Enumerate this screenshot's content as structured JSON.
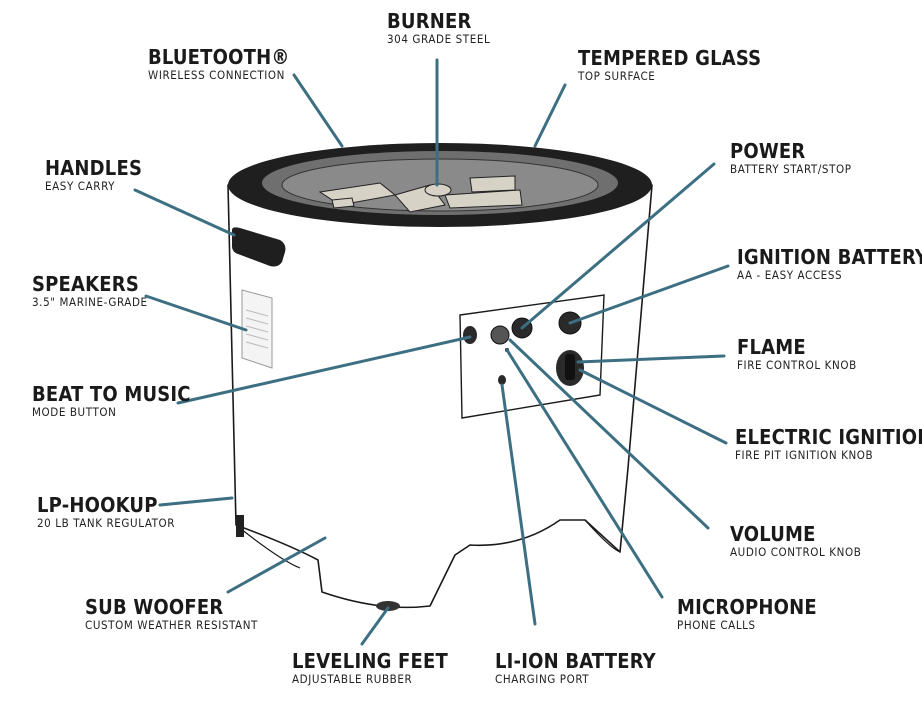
{
  "colors": {
    "leader": "#3d6f82",
    "outline": "#1a1a1a",
    "rim": "#1f1f1f",
    "glass": "#6f6f6f",
    "body": "#ffffff"
  },
  "labels": {
    "burner": {
      "title": "BURNER",
      "sub": "304 GRADE STEEL"
    },
    "bluetooth": {
      "title": "BLUETOOTH®",
      "sub": "WIRELESS CONNECTION"
    },
    "tempered_glass": {
      "title": "TEMPERED GLASS",
      "sub": "TOP SURFACE"
    },
    "handles": {
      "title": "HANDLES",
      "sub": "EASY CARRY"
    },
    "power": {
      "title": "POWER",
      "sub": "BATTERY START/STOP"
    },
    "ignition_battery": {
      "title": "IGNITION BATTERY",
      "sub": "AA - EASY ACCESS"
    },
    "speakers": {
      "title": "SPEAKERS",
      "sub": "3.5\" MARINE-GRADE"
    },
    "flame": {
      "title": "FLAME",
      "sub": "FIRE CONTROL KNOB"
    },
    "beat_to_music": {
      "title": "BEAT TO MUSIC",
      "sub": "MODE BUTTON"
    },
    "electric_ignition": {
      "title": "ELECTRIC IGNITION",
      "sub": "FIRE PIT IGNITION KNOB"
    },
    "lp_hookup": {
      "title": "LP-HOOKUP",
      "sub": "20 LB TANK REGULATOR"
    },
    "volume": {
      "title": "VOLUME",
      "sub": "AUDIO CONTROL KNOB"
    },
    "sub_woofer": {
      "title": "SUB WOOFER",
      "sub": "CUSTOM WEATHER RESISTANT"
    },
    "microphone": {
      "title": "MICROPHONE",
      "sub": "PHONE CALLS"
    },
    "leveling_feet": {
      "title": "LEVELING FEET",
      "sub": "ADJUSTABLE RUBBER"
    },
    "li_ion_battery": {
      "title": "LI-ION BATTERY",
      "sub": "CHARGING PORT"
    }
  }
}
